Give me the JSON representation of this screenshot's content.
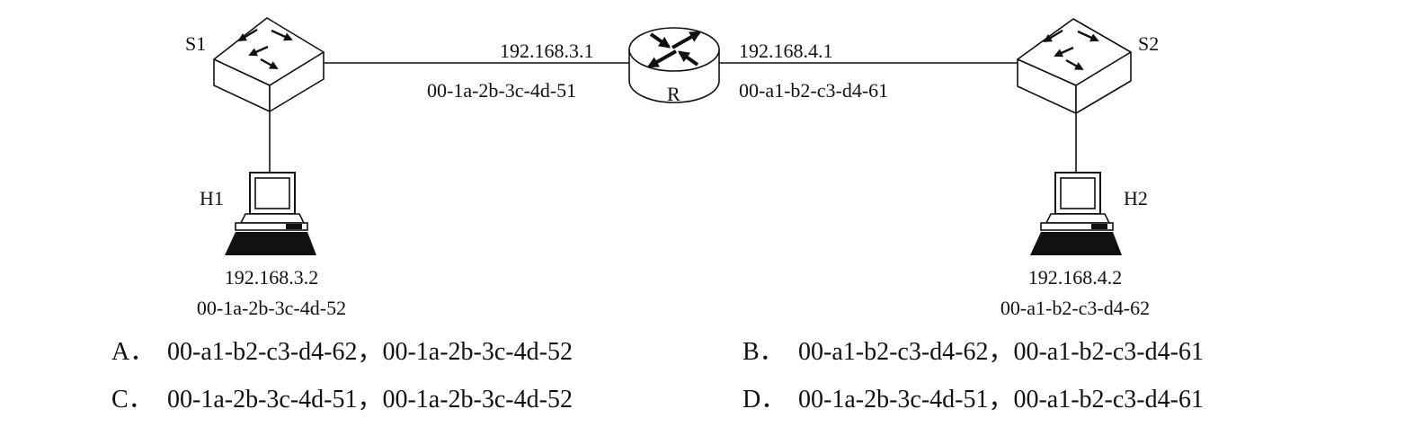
{
  "diagram": {
    "switch_left": "S1",
    "switch_right": "S2",
    "router": "R",
    "host_left": "H1",
    "host_right": "H2",
    "router_left_ip": "192.168.3.1",
    "router_left_mac": "00-1a-2b-3c-4d-51",
    "router_right_ip": "192.168.4.1",
    "router_right_mac": "00-a1-b2-c3-d4-61",
    "h1_ip": "192.168.3.2",
    "h1_mac": "00-1a-2b-3c-4d-52",
    "h2_ip": "192.168.4.2",
    "h2_mac": "00-a1-b2-c3-d4-62"
  },
  "options": [
    {
      "letter": "A．",
      "text": "00-a1-b2-c3-d4-62，00-1a-2b-3c-4d-52"
    },
    {
      "letter": "B．",
      "text": "00-a1-b2-c3-d4-62，00-a1-b2-c3-d4-61"
    },
    {
      "letter": "C．",
      "text": "00-1a-2b-3c-4d-51，00-1a-2b-3c-4d-52"
    },
    {
      "letter": "D．",
      "text": "00-1a-2b-3c-4d-51，00-a1-b2-c3-d4-61"
    }
  ]
}
